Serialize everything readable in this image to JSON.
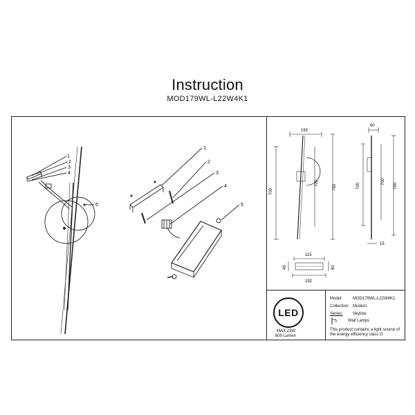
{
  "header": {
    "title": "Instruction",
    "model_code": "MOD179WL-L22W4K1"
  },
  "assembly_callouts": {
    "left": [
      "1",
      "2",
      "3",
      "4",
      "5"
    ],
    "right": [
      "1",
      "2",
      "3",
      "4",
      "5"
    ]
  },
  "dimensions": {
    "front_width": "192",
    "front_height_outer": "700",
    "front_height_inner": "700",
    "front_height_total": "790",
    "side_depth": "60",
    "side_height_outer": "700",
    "side_height_inner": "700",
    "side_height_total": "790",
    "side_bottom": "15",
    "plate_top": "115",
    "plate_left": "45",
    "plate_right": "60",
    "plate_bottom": "192"
  },
  "label_panel": {
    "led_logo": "LED",
    "power": "MAX 23W",
    "lumen": "800 Lumen",
    "model_label": "Model:",
    "model_value": "MOD179WL-L22W4K1",
    "collection_label": "Collection:",
    "collection_value": "Modern",
    "series_label": "Series:",
    "series_value": "Skyline",
    "category_value": "Wall Lamps",
    "energy_note": "This product contains a light source of the energy efficiency class G"
  }
}
